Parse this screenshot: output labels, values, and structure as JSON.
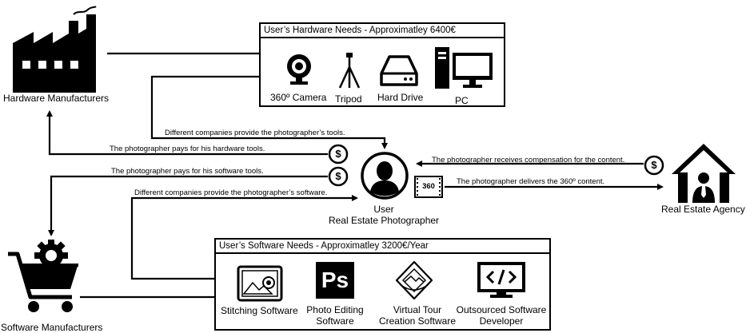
{
  "actors": {
    "hardware_manufacturers": "Hardware Manufacturers",
    "software_manufacturers": "Software Manufacturers",
    "user_line1": "User",
    "user_line2": "Real Estate Photographer",
    "real_estate_agency": "Real Estate Agency"
  },
  "hardware_box": {
    "title": "User’s Hardware Needs  -  Approximatley 6400€",
    "items": [
      "360º Camera",
      "Tripod",
      "Hard Drive",
      "PC"
    ]
  },
  "software_box": {
    "title": "User’s Software Needs  -  Approximatley 3200€/Year",
    "items": [
      {
        "line1": "Stitching Software",
        "line2": ""
      },
      {
        "line1": "Photo Editing",
        "line2": "Software"
      },
      {
        "line1": "Virtual Tour",
        "line2": "Creation Software"
      },
      {
        "line1": "Outsourced Software",
        "line2": "Developer"
      }
    ]
  },
  "flows": {
    "hw_tools": "Different companies provide the photographer’s tools.",
    "hw_pays": "The photographer pays for his hardware tools.",
    "sw_pays": "The photographer pays for his software tools.",
    "sw_provide": "Different companies provide the photographer’s software.",
    "compensation": "The photographer receives compensation for the content.",
    "delivers": "The photographer delivers the 360º content."
  },
  "icons": {
    "currency_symbol": "$",
    "badge_360": "360",
    "ps_letters": "Ps"
  }
}
